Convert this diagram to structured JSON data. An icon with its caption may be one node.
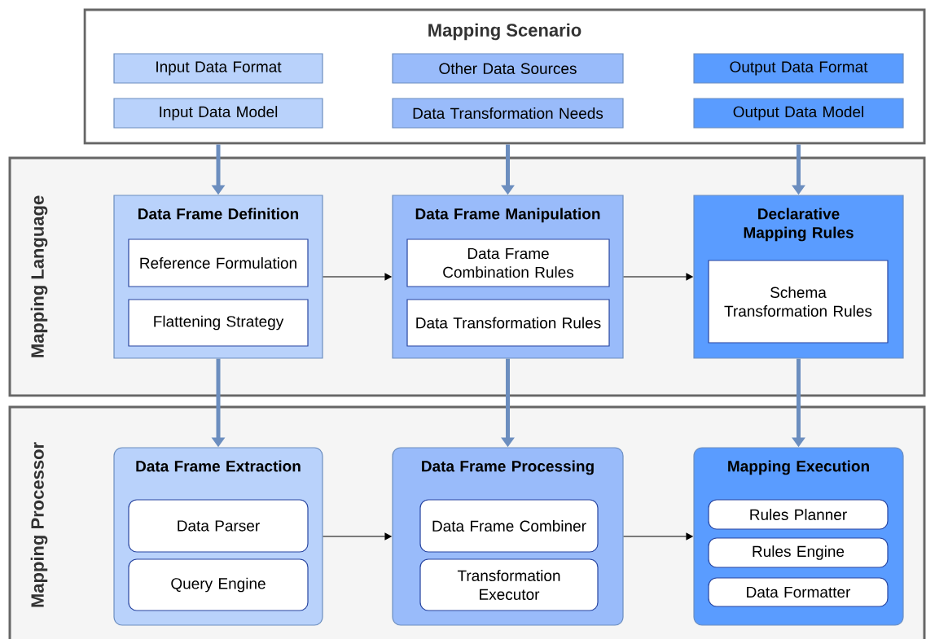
{
  "diagram": {
    "nodes": [
      {
        "text": [
          "Mapping Scenario"
        ]
      },
      {
        "text": [
          "Input Data Format"
        ],
        "in": 0
      },
      {
        "text": [
          "Other Data Sources"
        ],
        "in": 0
      },
      {
        "text": [
          "Output Data Format"
        ],
        "in": 0
      },
      {
        "text": [
          "Input Data Model"
        ],
        "in": 0
      },
      {
        "text": [
          "Data Transformation Needs"
        ],
        "in": 0
      },
      {
        "text": [
          "Output Data Model"
        ],
        "in": 0
      },
      {
        "text": [
          "Mapping Language"
        ]
      },
      {
        "text": [
          "Data Frame Definition"
        ],
        "in": 7
      },
      {
        "text": [
          "Reference Formulation"
        ],
        "in": 8
      },
      {
        "text": [
          "Flattening Strategy"
        ],
        "in": 8
      },
      {
        "text": [
          "Data Frame Manipulation"
        ],
        "in": 7
      },
      {
        "text": [
          "Data Frame Combination Rules"
        ],
        "in": 11
      },
      {
        "text": [
          "Data Transformation Rules"
        ],
        "in": 11
      },
      {
        "text": [
          "Declarative Mapping Rules"
        ],
        "in": 7
      },
      {
        "text": [
          "Schema Transformation Rules"
        ],
        "in": 14
      },
      {
        "text": [
          "Mapping Processor"
        ]
      },
      {
        "text": [
          "Data Frame Extraction"
        ],
        "in": 16
      },
      {
        "text": [
          "Data Parser"
        ],
        "in": 17
      },
      {
        "text": [
          "Query Engine"
        ],
        "in": 17
      },
      {
        "text": [
          "Data Frame Processing"
        ],
        "in": 16
      },
      {
        "text": [
          "Data Frame Combiner"
        ],
        "in": 20
      },
      {
        "text": [
          "Transformation Executor"
        ],
        "in": 20
      },
      {
        "text": [
          "Mapping Execution"
        ],
        "in": 16
      },
      {
        "text": [
          "Rules Planner"
        ],
        "in": 23
      },
      {
        "text": [
          "Rules Engine"
        ],
        "in": 23
      },
      {
        "text": [
          "Data Formatter"
        ],
        "in": 23
      }
    ],
    "edges": [
      {
        "from": 0,
        "to": 8,
        "arrow": "to"
      },
      {
        "from": 0,
        "to": 11,
        "arrow": "to"
      },
      {
        "from": 0,
        "to": 14,
        "arrow": "to"
      },
      {
        "from": 8,
        "to": 11,
        "arrow": "to",
        "color": "#000000"
      },
      {
        "from": 11,
        "to": 14,
        "arrow": "to",
        "color": "#000000"
      },
      {
        "from": 8,
        "to": 17,
        "arrow": "to"
      },
      {
        "from": 11,
        "to": 20,
        "arrow": "to"
      },
      {
        "from": 14,
        "to": 23,
        "arrow": "to"
      },
      {
        "from": 17,
        "to": 20,
        "arrow": "to",
        "color": "#000000"
      },
      {
        "from": 20,
        "to": 23,
        "arrow": "to",
        "color": "#000000"
      }
    ]
  }
}
